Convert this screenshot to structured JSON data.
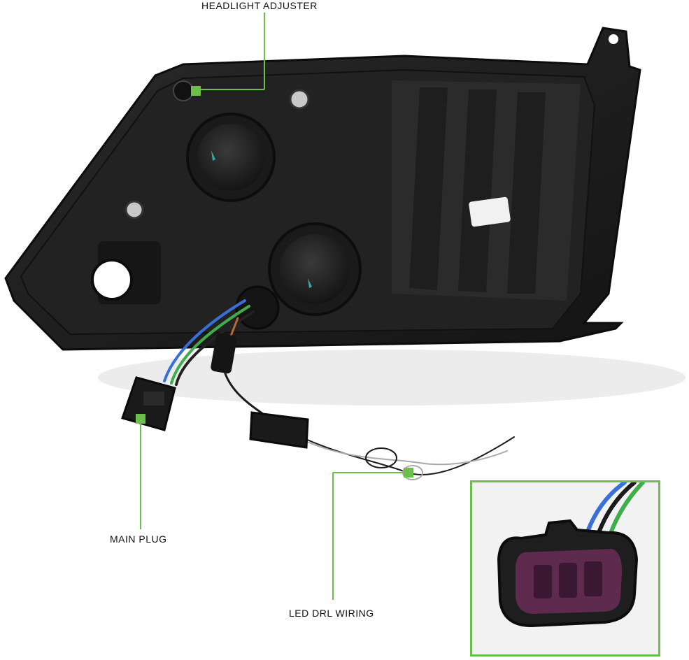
{
  "callouts": {
    "headlight_adjuster": "HEADLIGHT ADJUSTER",
    "main_plug": "MAIN PLUG",
    "led_drl_wiring": "LED DRL WIRING"
  },
  "colors": {
    "callout_green": "#6bbf4a",
    "housing": "#1c1c1c",
    "wire_blue": "#3a6fd8",
    "wire_green": "#3fae4a",
    "connector_pins": "#5e2a4e"
  }
}
